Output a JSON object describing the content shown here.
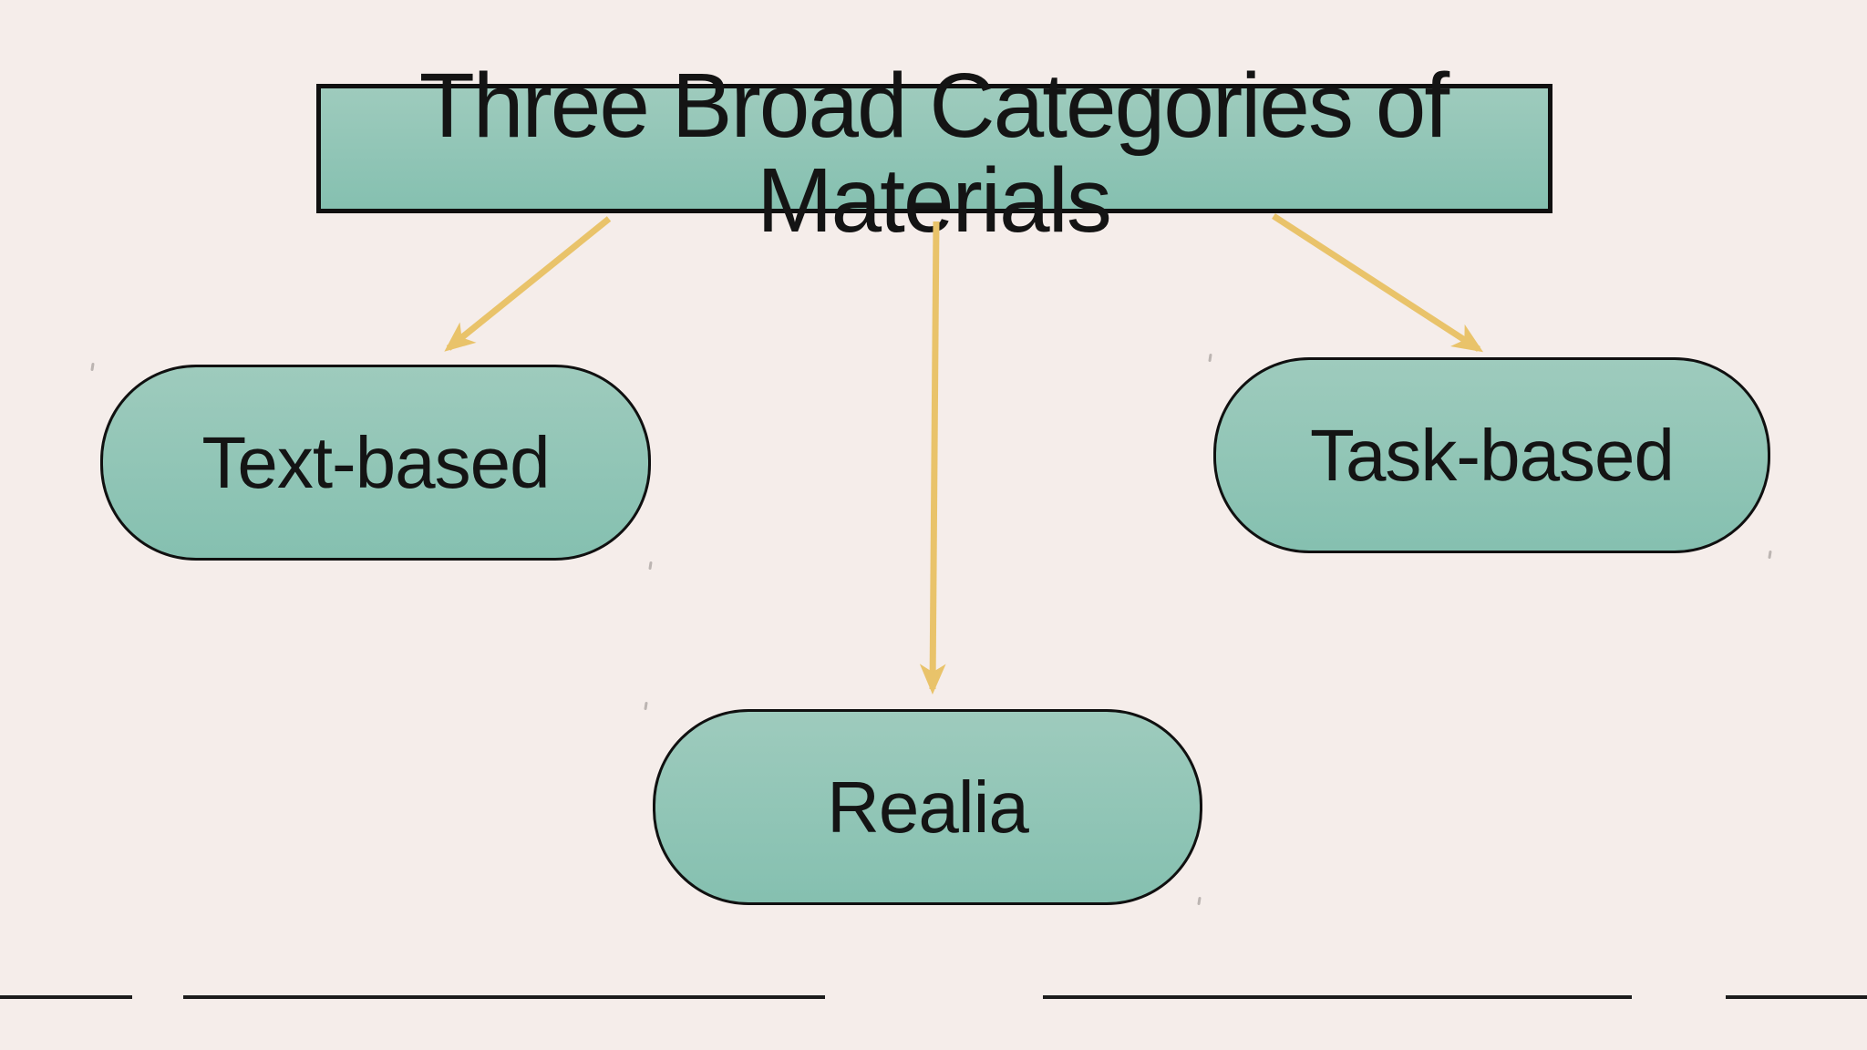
{
  "slide": {
    "title": {
      "line1": "Three Broad Categories of",
      "line2": "Materials"
    },
    "categories": [
      {
        "label": "Text-based"
      },
      {
        "label": "Task-based"
      },
      {
        "label": "Realia"
      }
    ]
  },
  "colors": {
    "background": "#f5edea",
    "shape_fill_top": "#9ecbbd",
    "shape_fill_bottom": "#85c0b0",
    "shape_border": "#101010",
    "arrow": "#e9c36a",
    "text": "#141414",
    "rule": "#1c1c1c",
    "mark": "#8d8783"
  }
}
